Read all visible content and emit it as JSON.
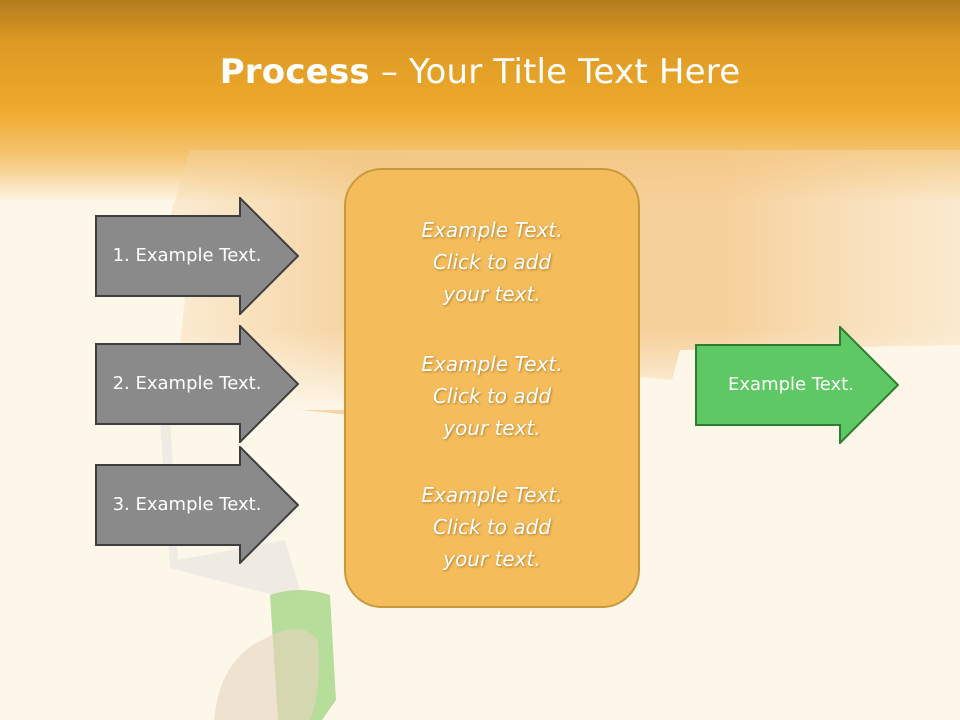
{
  "slide": {
    "title_bold": "Process",
    "title_rest": " – Your Title Text Here",
    "left_arrows": [
      {
        "label": "1. Example Text."
      },
      {
        "label": "2. Example Text."
      },
      {
        "label": "3. Example Text."
      }
    ],
    "center_items": [
      {
        "text": "Example Text.\nClick  to add\nyour text."
      },
      {
        "text": "Example Text.\nClick  to add\nyour text."
      },
      {
        "text": "Example Text.\nClick  to add\nyour text."
      }
    ],
    "output_arrow": {
      "label": "Example Text."
    }
  },
  "colors": {
    "header_orange": "#eda72a",
    "gray_arrow": "#8a8a8a",
    "center_box": "#f4bc5a",
    "green_arrow": "#5ec864"
  }
}
